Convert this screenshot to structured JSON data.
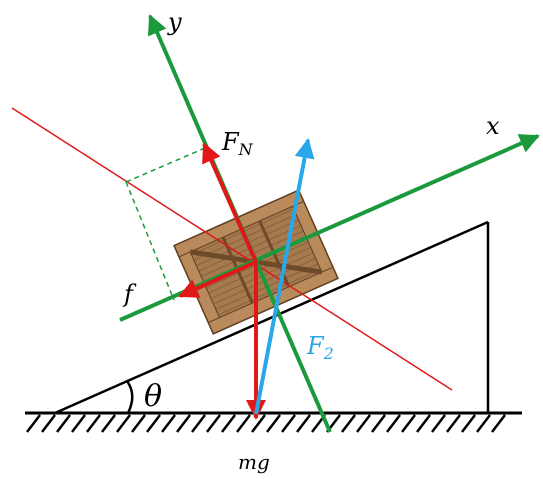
{
  "labels": {
    "axis_y": "y",
    "axis_x": "x",
    "normal_force": "F",
    "normal_force_sub": "N",
    "friction": "f",
    "applied_force": "F",
    "applied_force_sub": "2",
    "angle": "θ",
    "weight": "mg"
  },
  "colors": {
    "axis": "#1a9a3c",
    "normal_force": "#e01818",
    "friction": "#e01818",
    "weight": "#e01818",
    "applied_force": "#2aa7e8",
    "incline_normal_line": "#e01818",
    "component_guides": "#1a9a3c",
    "incline": "#000000",
    "ground_hatch": "#000000",
    "crate": "#9b7148"
  },
  "icons": {
    "crate": "wooden-crate-icon"
  }
}
